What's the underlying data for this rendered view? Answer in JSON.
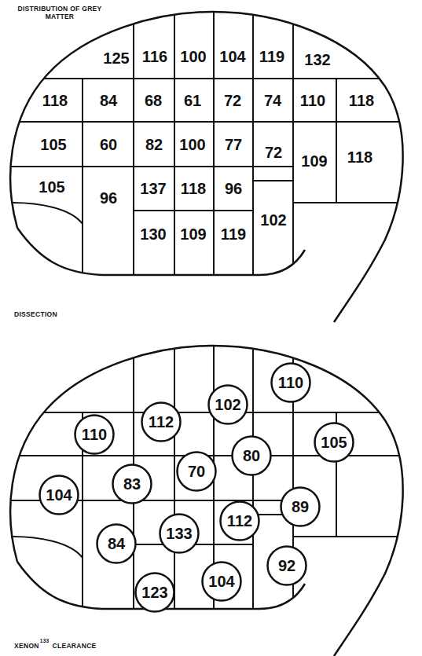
{
  "diagram": {
    "nodes": [
      {
        "text": [
          "110"
        ]
      },
      {
        "text": [
          "102"
        ]
      },
      {
        "text": [
          "112"
        ]
      },
      {
        "text": [
          "110"
        ]
      },
      {
        "text": [
          "105"
        ]
      },
      {
        "text": [
          "80"
        ]
      },
      {
        "text": [
          "70"
        ]
      },
      {
        "text": [
          "83"
        ]
      },
      {
        "text": [
          "104"
        ]
      },
      {
        "text": [
          "89"
        ]
      },
      {
        "text": [
          "112"
        ]
      },
      {
        "text": [
          "133"
        ]
      },
      {
        "text": [
          "84"
        ]
      },
      {
        "text": [
          "92"
        ]
      },
      {
        "text": [
          "104"
        ]
      },
      {
        "text": [
          "123"
        ]
      }
    ],
    "labels": [
      "DISTRIBUTION OF GREY MATTER",
      "125",
      "116",
      "100",
      "104",
      "119",
      "132",
      "118",
      "84",
      "68",
      "61",
      "72",
      "74",
      "110",
      "118",
      "105",
      "60",
      "82",
      "100",
      "77",
      "72",
      "109",
      "118",
      "105",
      "96",
      "137",
      "118",
      "96",
      "102",
      "130",
      "109",
      "119",
      "DISSECTION",
      "XENON",
      "133",
      "CLEARANCE"
    ]
  }
}
